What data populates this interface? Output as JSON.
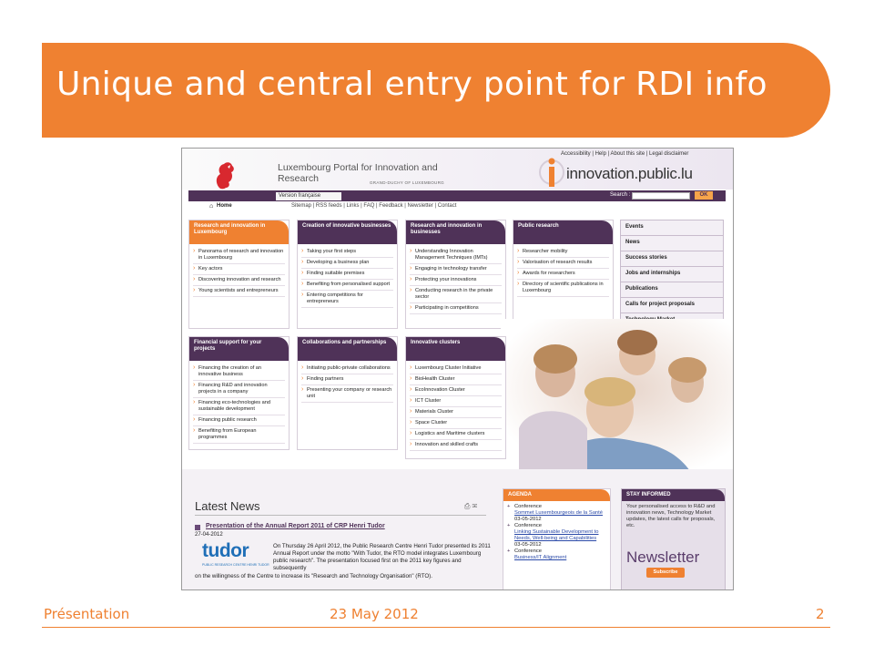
{
  "slide": {
    "title": "Unique and central entry point for RDI info",
    "footer_left": "Présentation",
    "footer_center": "23 May 2012",
    "page_number": "2"
  },
  "site": {
    "portal_title": "Luxembourg Portal for Innovation and Research",
    "duchy": "GRAND-DUCHY OF LUXEMBOURG",
    "top_links": "Accessibility | Help | About this site | Legal disclaimer",
    "logo": "innovation.public.lu",
    "version_tab": "Version française",
    "search_label": "Search :",
    "ok_button": "OK",
    "home_link": "Home",
    "sub_links": "Sitemap | RSS feeds | Links | FAQ | Feedback | Newsletter | Contact"
  },
  "boxes": [
    {
      "title": "Research and innovation in Luxembourg",
      "items": [
        "Panorama of research and innovation in Luxembourg",
        "Key actors",
        "Discovering innovation and research",
        "Young scientists and entrepreneurs"
      ]
    },
    {
      "title": "Creation of innovative businesses",
      "items": [
        "Taking your first steps",
        "Developing a business plan",
        "Finding suitable premises",
        "Benefiting from personalised support",
        "Entering competitions for entrepreneurs"
      ]
    },
    {
      "title": "Research and innovation in businesses",
      "items": [
        "Understanding Innovation Management Techniques (IMTs)",
        "Engaging in technology transfer",
        "Protecting your innovations",
        "Conducting research in the private sector",
        "Participating in competitions"
      ]
    },
    {
      "title": "Public research",
      "items": [
        "Researcher mobility",
        "Valorisation of research results",
        "Awards for researchers",
        "Directory of scientific publications in Luxembourg"
      ]
    },
    {
      "title": "Financial support for your projects",
      "items": [
        "Financing the creation of an innovative business",
        "Financing R&D and innovation projects in a company",
        "Financing eco-technologies and sustainable development",
        "Financing public research",
        "Benefiting from European programmes"
      ]
    },
    {
      "title": "Collaborations and partnerships",
      "items": [
        "Initiating public-private collaborations",
        "Finding partners",
        "Presenting your company or research unit"
      ]
    },
    {
      "title": "Innovative clusters",
      "items": [
        "Luxembourg Cluster Initiative",
        "BioHealth Cluster",
        "EcoInnovation Cluster",
        "ICT Cluster",
        "Materials Cluster",
        "Space Cluster",
        "Logistics and Maritime clusters",
        "Innovation and skilled crafts"
      ]
    }
  ],
  "right_menu": [
    "Events",
    "News",
    "Success stories",
    "Jobs and internships",
    "Publications",
    "Calls for project proposals",
    "Technology Market"
  ],
  "news": {
    "heading": "Latest News",
    "headline": "Presentation of the Annual Report 2011 of CRP Henri Tudor",
    "date": "27-04-2012",
    "logo_text": "tudor",
    "logo_sub": "PUBLIC RESEARCH CENTRE HENRI TUDOR",
    "body": "On Thursday 26 April 2012, the Public Research Centre Henri Tudor presented its 2011 Annual Report under the motto \"With Tudor, the RTO model integrates Luxembourg public research\". The presentation focused first on the 2011 key figures and subsequently",
    "body2": "on the willingness of the Centre to increase its \"Research and Technology Organisation\" (RTO)."
  },
  "agenda": {
    "heading": "AGENDA",
    "items": [
      {
        "type": "Conference",
        "title": "Sommet Luxembourgeois de la Santé",
        "date": "03-05-2012"
      },
      {
        "type": "Conference",
        "title": "Linking Sustainable Development to Needs, Well-being and Capabilities",
        "date": "03-05-2012"
      },
      {
        "type": "Conference",
        "title": "Business/IT Alignment",
        "date": ""
      }
    ]
  },
  "stay_informed": {
    "heading": "STAY INFORMED",
    "text": "Your personalised access to R&D and innovation news, Technology Market updates, the latest calls for proposals, etc.",
    "newsletter": "Newsletter",
    "subscribe": "Subscribe"
  },
  "colors": {
    "accent": "#ef8131",
    "purple": "#4f3258",
    "link": "#2b4aa8"
  }
}
